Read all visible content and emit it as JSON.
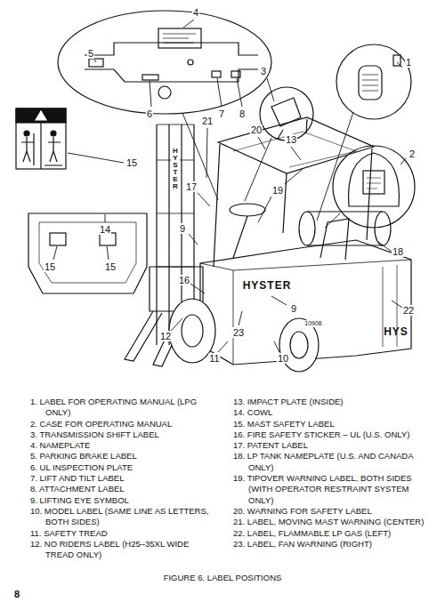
{
  "diagram": {
    "caption": "FIGURE 6. LABEL POSITIONS",
    "labels": [
      "4",
      "5",
      "3",
      "1",
      "6",
      "7",
      "8",
      "21",
      "20",
      "13",
      "2",
      "15",
      "19",
      "17",
      "14",
      "9",
      "18",
      "15",
      "15",
      "16",
      "9",
      "22",
      "12",
      "23",
      "11",
      "10",
      "HYSTER",
      "HYSTER",
      "HYS",
      "10908",
      "1. LABEL FOR OPERATING MANUAL (LPG ONLY)",
      "2. CASE FOR OPERATING MANUAL",
      "3. TRANSMISSION SHIFT LABEL",
      "4. NAMEPLATE",
      "5. PARKING BRAKE LABEL",
      "6. UL INSPECTION PLATE",
      "7. LIFT AND TILT LABEL",
      "8. ATTACHMENT LABEL",
      "9. LIFTING EYE SYMBOL",
      "10. MODEL LABEL (SAME LINE AS LETTERS, BOTH SIDES)",
      "11. SAFETY TREAD",
      "12. NO RIDERS LABEL (H25–35XL WIDE TREAD ONLY)",
      "13. IMPACT PLATE (INSIDE)",
      "14. COWL",
      "15. MAST SAFETY LABEL",
      "16. FIRE SAFETY STICKER – UL (U.S. ONLY)",
      "17. PATENT LABEL",
      "18. LP TANK NAMEPLATE (U.S. AND CANADA ONLY)",
      "19. TIPOVER WARNING LABEL, BOTH SIDES (WITH OPERATOR RESTRAINT SYSTEM ONLY)",
      "20. WARNING FOR SAFETY LABEL",
      "21. LABEL, MOVING MAST WARNING (CENTER)",
      "22. LABEL, FLAMMABLE LP GAS (LEFT)",
      "23. LABEL, FAN WARNING (RIGHT)",
      "8"
    ]
  }
}
